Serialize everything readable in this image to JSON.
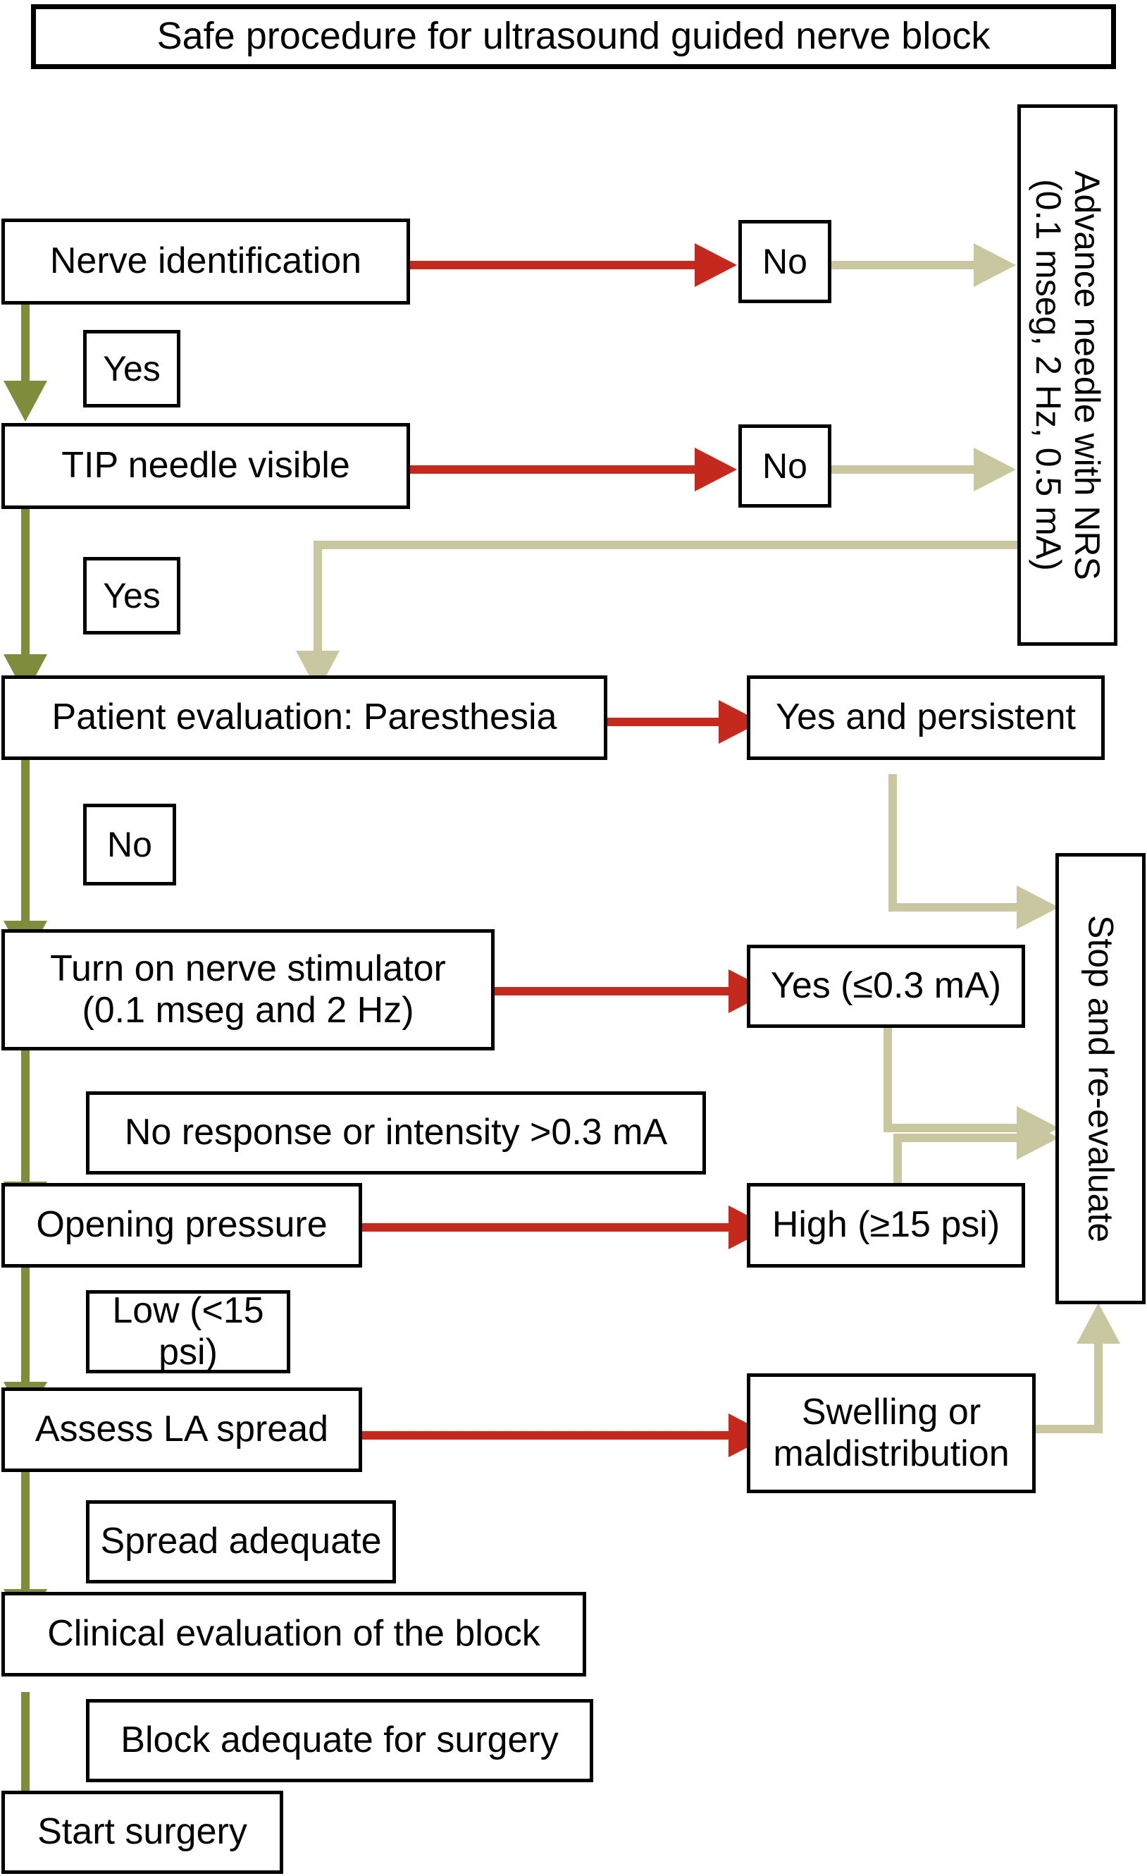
{
  "diagram": {
    "title": "Safe procedure for ultrasound guided nerve block",
    "colors": {
      "outline": "#000000",
      "background": "#ffffff",
      "yes_path_arrow": "#7E8C3C",
      "no_path_arrow": "#C5281C",
      "redirect_arrow": "#C9C79F"
    }
  },
  "nodes": {
    "title": "Safe procedure for ultrasound guided nerve block",
    "nerve_identification": "Nerve identification",
    "yes_1": "Yes",
    "tip_needle_visible": "TIP needle visible",
    "yes_2": "Yes",
    "no_1": "No",
    "no_2": "No",
    "advance_needle": "Advance needle with NRS\n(0.1 mseg, 2 Hz, 0.5 mA)",
    "patient_evaluation": "Patient evaluation: Paresthesia",
    "yes_and_persistent": "Yes and persistent",
    "no_3": "No",
    "nerve_stimulator": "Turn on nerve stimulator\n(0.1 mseg and 2 Hz)",
    "yes_threshold": "Yes (≤0.3 mA)",
    "no_response": "No response or intensity >0.3 mA",
    "opening_pressure": "Opening pressure",
    "high_pressure": "High (≥15 psi)",
    "low_pressure": "Low (<15 psi)",
    "assess_la_spread": "Assess LA spread",
    "swelling": "Swelling or\nmaldistribution",
    "spread_adequate": "Spread adequate",
    "clinical_evaluation": "Clinical evaluation of the block",
    "block_adequate": "Block adequate for surgery",
    "start_surgery": "Start surgery",
    "stop_reevaluate": "Stop and re-evaluate"
  }
}
